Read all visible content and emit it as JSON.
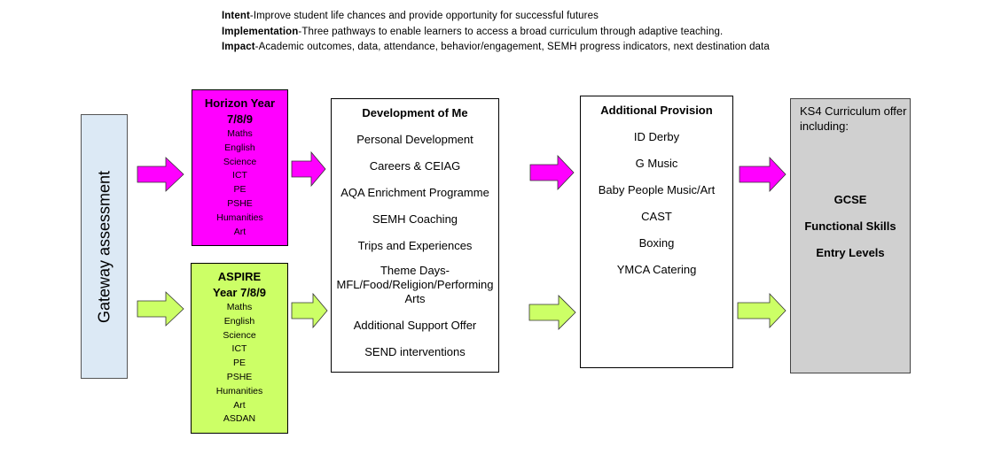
{
  "header": {
    "intent_label": "Intent",
    "intent_text": "-Improve student life chances and provide opportunity  for successful  futures",
    "implementation_label": "Implementation",
    "implementation_text": "-Three pathways to enable learners to access a broad curriculum  through  adaptive teaching.",
    "impact_label": "Impact",
    "impact_text": "-Academic outcomes,  data,  attendance,  behavior/engagement,  SEMH progress indicators,  next destination  data"
  },
  "gateway": {
    "label": "Gateway assessment",
    "color": "#dce9f5"
  },
  "horizon": {
    "title_line1": "Horizon Year",
    "title_line2": "7/8/9",
    "color": "#ff00ff",
    "subjects": [
      "Maths",
      "English",
      "Science",
      "ICT",
      "PE",
      "PSHE",
      "Humanities",
      "Art"
    ]
  },
  "aspire": {
    "title_line1": "ASPIRE",
    "title_line2": "Year 7/8/9",
    "color": "#ccff66",
    "subjects": [
      "Maths",
      "English",
      "Science",
      "ICT",
      "PE",
      "PSHE",
      "Humanities",
      "Art",
      "ASDAN"
    ]
  },
  "development": {
    "title": "Development of Me",
    "items": [
      "Personal Development",
      "Careers & CEIAG",
      "AQA Enrichment Programme",
      "SEMH Coaching",
      "Trips and Experiences",
      "Theme Days-\nMFL/Food/Religion/Performing\nArts",
      "Additional Support Offer",
      "SEND interventions"
    ]
  },
  "additional": {
    "title": "Additional Provision",
    "items": [
      "ID Derby",
      "G Music",
      "Baby People Music/Art",
      "CAST",
      "Boxing",
      "YMCA Catering"
    ]
  },
  "ks4": {
    "title": "KS4 Curriculum offer including:",
    "color": "#d0d0d0",
    "items": [
      "GCSE",
      "Functional Skills",
      "Entry Levels"
    ]
  },
  "arrow_colors": {
    "magenta": "#ff00ff",
    "green": "#ccff66"
  }
}
